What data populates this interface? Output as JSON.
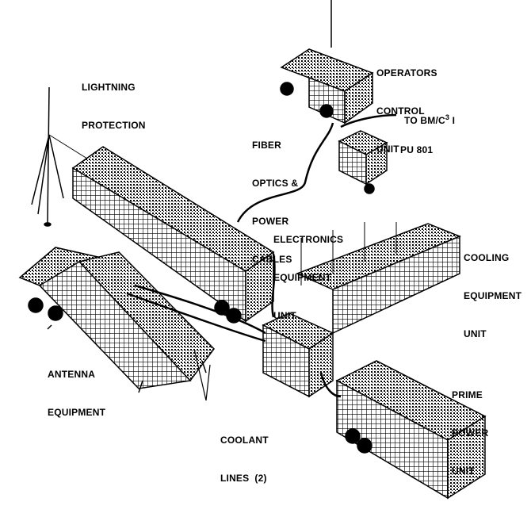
{
  "title": "Radar system site layout",
  "labels": {
    "lightning": [
      "LIGHTNING",
      "PROTECTION"
    ],
    "operators": [
      "OPERATORS",
      "CONTROL",
      "UNIT"
    ],
    "to_bmc3i": {
      "prefix": "TO BM/C",
      "sup": "3",
      "suffix": "I"
    },
    "fiber": [
      "FIBER",
      "OPTICS &",
      "POWER",
      "CABLES"
    ],
    "pu801": "PU 801",
    "electronics": [
      "ELECTRONICS",
      "EQUIPMENT",
      "UNIT"
    ],
    "cooling": [
      "COOLING",
      "EQUIPMENT",
      "UNIT"
    ],
    "antenna": [
      "ANTENNA",
      "EQUIPMENT"
    ],
    "prime": [
      "PRIME",
      "POWER",
      "UNIT"
    ],
    "coolant": [
      "COOLANT",
      "LINES  (2)"
    ]
  }
}
